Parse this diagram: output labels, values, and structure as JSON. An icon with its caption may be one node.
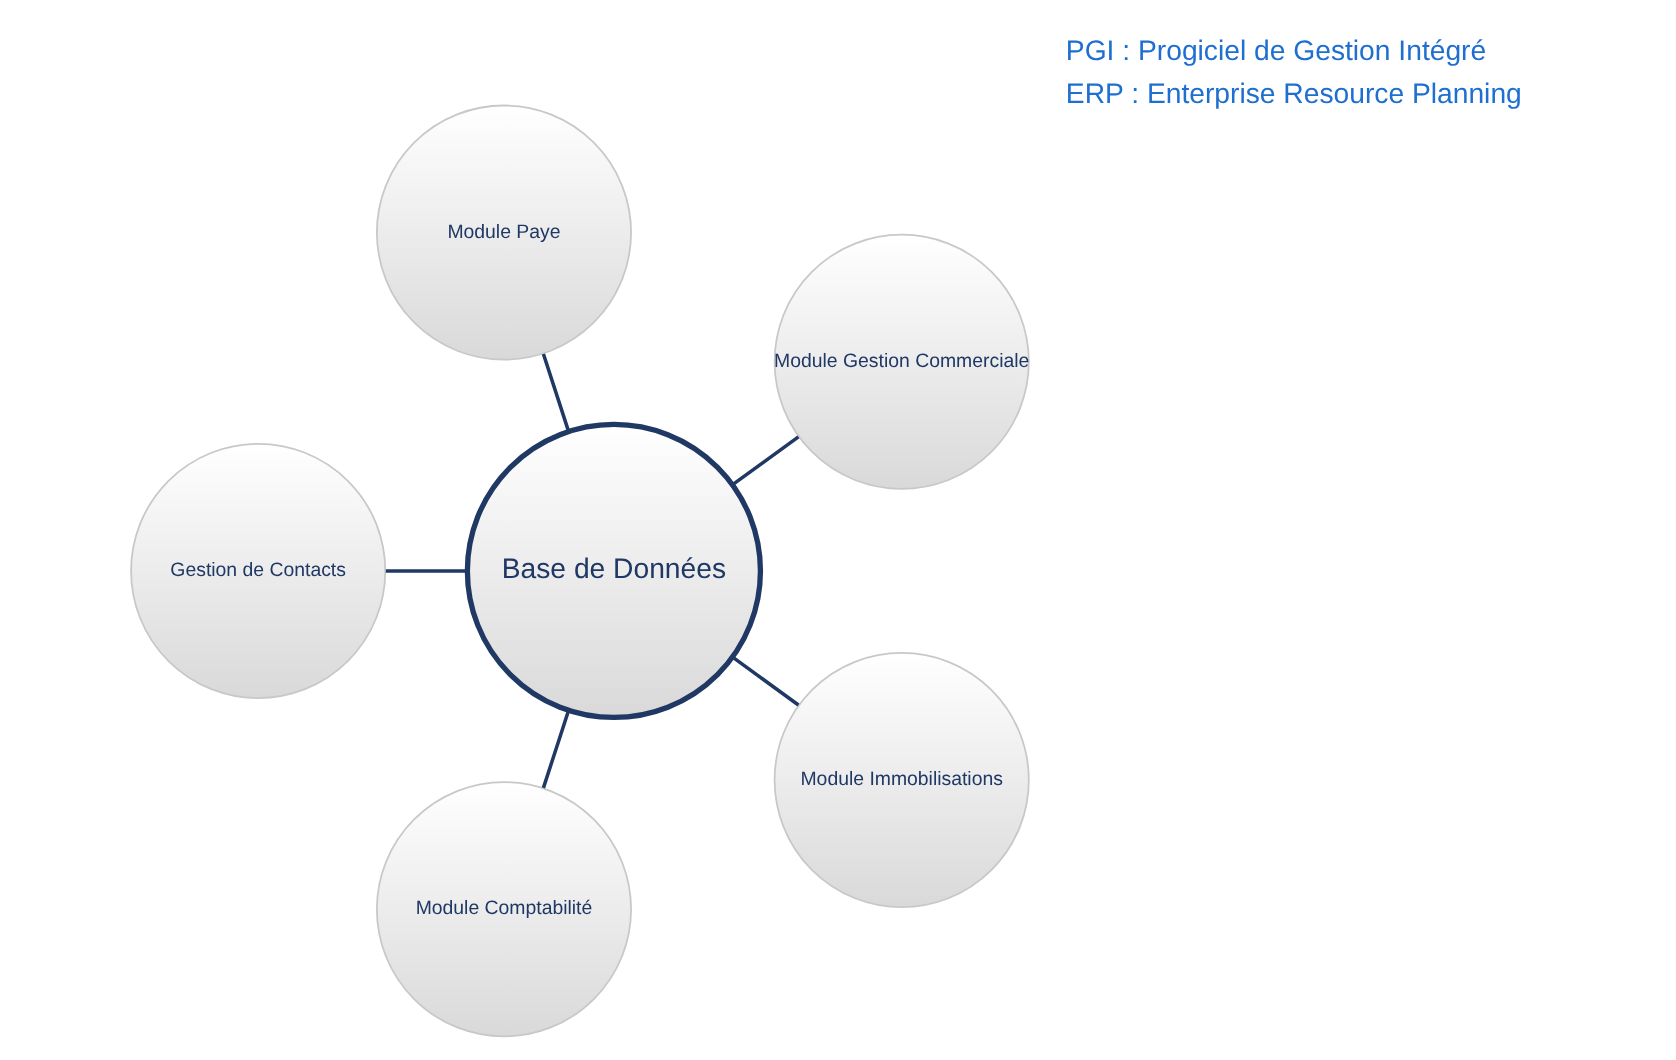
{
  "diagram": {
    "nodes": [
      {
        "text": [
          "Base de Données"
        ]
      },
      {
        "text": [
          "Module Gestion Commerciale"
        ]
      },
      {
        "text": [
          "Module Paye"
        ]
      },
      {
        "text": [
          "Gestion de Contacts"
        ]
      },
      {
        "text": [
          "Module Comptabilité"
        ]
      },
      {
        "text": [
          "Module Immobilisations"
        ]
      }
    ],
    "edges": [
      {
        "from": 0,
        "to": 1,
        "arrow": "none"
      },
      {
        "from": 0,
        "to": 2,
        "arrow": "none"
      },
      {
        "from": 0,
        "to": 3,
        "arrow": "none"
      },
      {
        "from": 0,
        "to": 4,
        "arrow": "none"
      },
      {
        "from": 0,
        "to": 5,
        "arrow": "none"
      }
    ],
    "labels": [
      "PGI : Progiciel de Gestion Intégré",
      "ERP : Enterprise Resource Planning"
    ]
  }
}
